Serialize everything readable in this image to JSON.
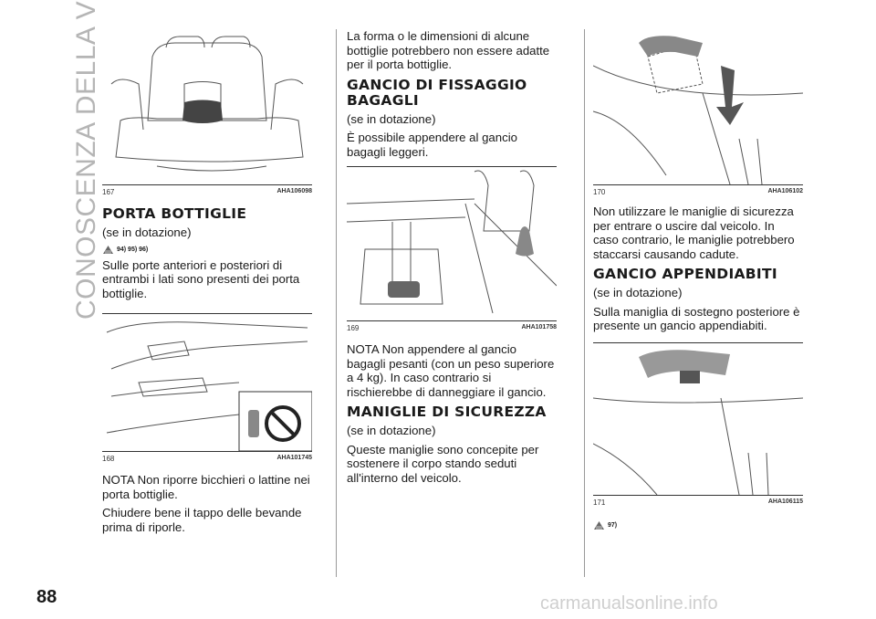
{
  "side_title": "CONOSCENZA DELLA VETTURA",
  "page_number": "88",
  "watermark": "carmanualsonline.info",
  "col1": {
    "fig167": {
      "num": "167",
      "code": "AHA106098"
    },
    "h_porta": "PORTA BOTTIGLIE",
    "porta_opt": "(se in dotazione)",
    "porta_refs": "94) 95) 96)",
    "porta_text": "Sulle porte anteriori e posteriori di entrambi i lati sono presenti dei porta bottiglie.",
    "fig168": {
      "num": "168",
      "code": "AHA101745"
    },
    "nota1": "NOTA  Non riporre bicchieri o lattine nei porta bottiglie.",
    "nota1b": "Chiudere bene il tappo delle bevande prima di riporle."
  },
  "col2": {
    "intro": "La forma o le dimensioni di alcune bottiglie potrebbero non essere adatte per il porta bottiglie.",
    "h_gancio": "GANCIO DI FISSAGGIO BAGAGLI",
    "gancio_opt": "(se in dotazione)",
    "gancio_text": "È possibile appendere al gancio bagagli leggeri.",
    "fig169": {
      "num": "169",
      "code": "AHA101758"
    },
    "nota2": "NOTA  Non appendere al gancio bagagli pesanti (con un peso superiore a 4 kg). In caso contrario si rischierebbe di danneggiare il gancio.",
    "h_maniglie": "MANIGLIE DI SICUREZZA",
    "maniglie_opt": "(se in dotazione)",
    "maniglie_text": "Queste maniglie sono concepite per sostenere il corpo stando seduti all'interno del veicolo."
  },
  "col3": {
    "fig170": {
      "num": "170",
      "code": "AHA106102"
    },
    "maniglie_warn": "Non utilizzare le maniglie di sicurezza per entrare o uscire dal veicolo. In caso contrario, le maniglie potrebbero staccarsi causando cadute.",
    "h_appendiabiti": "GANCIO APPENDIABITI",
    "appendiabiti_opt": "(se in dotazione)",
    "appendiabiti_text": "Sulla maniglia di sostegno posteriore è presente un gancio appendiabiti.",
    "fig171": {
      "num": "171",
      "code": "AHA106115"
    },
    "refs": "97)"
  }
}
